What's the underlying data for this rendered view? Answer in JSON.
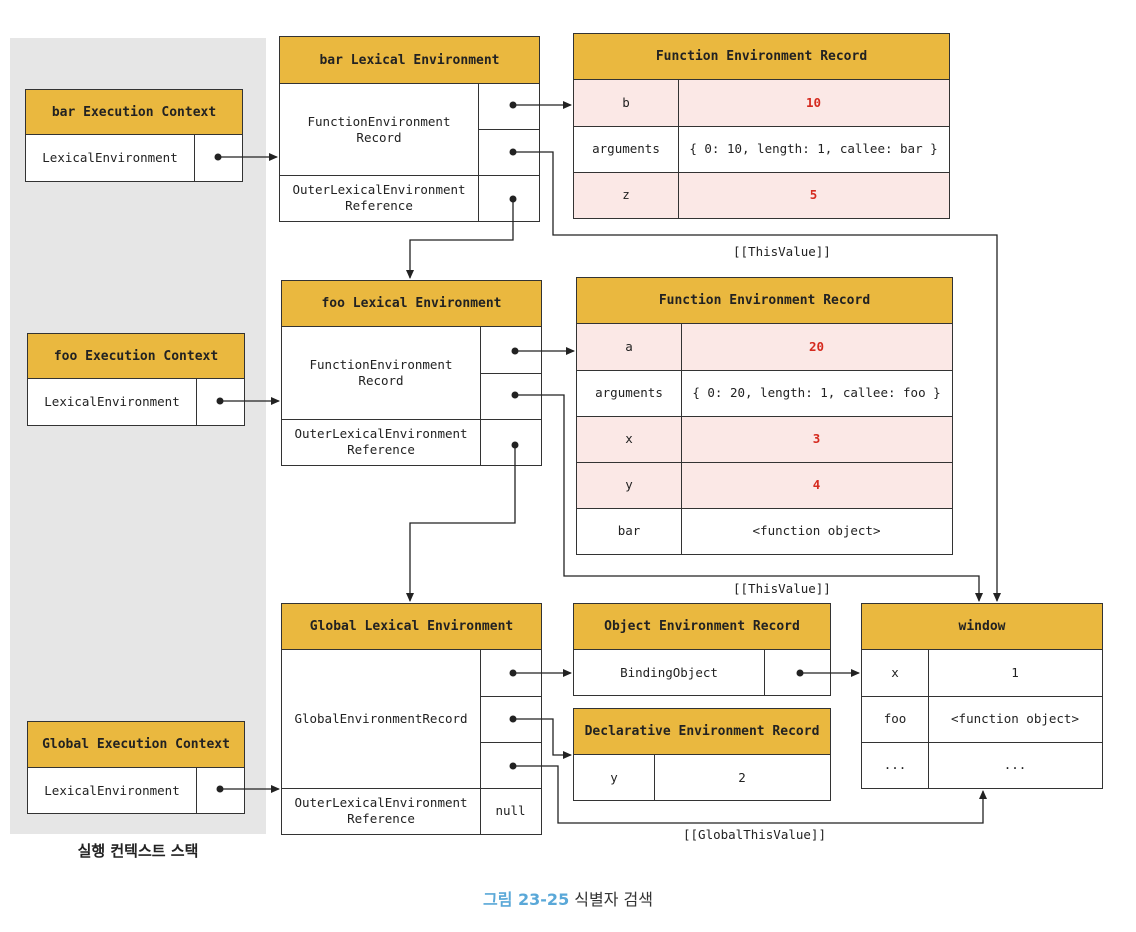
{
  "execution_contexts": [
    {
      "title": "bar Execution Context",
      "field": "LexicalEnvironment"
    },
    {
      "title": "foo Execution Context",
      "field": "LexicalEnvironment"
    },
    {
      "title": "Global Execution Context",
      "field": "LexicalEnvironment"
    }
  ],
  "stack_label": "실행 컨텍스트 스택",
  "bar_env": {
    "title": "bar Lexical Environment",
    "record_label": "FunctionEnvironment\nRecord",
    "outer_label": "OuterLexicalEnvironment\nReference"
  },
  "bar_record": {
    "title": "Function Environment Record",
    "rows": [
      {
        "key": "b",
        "value": "10"
      },
      {
        "key": "arguments",
        "value": "{ 0: 10, length: 1, callee: bar }"
      },
      {
        "key": "z",
        "value": "5"
      }
    ]
  },
  "foo_env": {
    "title": "foo Lexical Environment",
    "record_label": "FunctionEnvironment\nRecord",
    "outer_label": "OuterLexicalEnvironment\nReference"
  },
  "foo_record": {
    "title": "Function Environment Record",
    "rows": [
      {
        "key": "a",
        "value": "20"
      },
      {
        "key": "arguments",
        "value": "{ 0: 20, length: 1, callee: foo }"
      },
      {
        "key": "x",
        "value": "3"
      },
      {
        "key": "y",
        "value": "4"
      },
      {
        "key": "bar",
        "value": "<function object>"
      }
    ]
  },
  "global_env": {
    "title": "Global Lexical Environment",
    "record_label": "GlobalEnvironmentRecord",
    "outer_label": "OuterLexicalEnvironment\nReference",
    "outer_value": "null"
  },
  "object_record": {
    "title": "Object Environment Record",
    "field": "BindingObject"
  },
  "declarative_record": {
    "title": "Declarative Environment Record",
    "key": "y",
    "value": "2"
  },
  "window": {
    "title": "window",
    "rows": [
      {
        "key": "x",
        "value": "1"
      },
      {
        "key": "foo",
        "value": "<function object>"
      },
      {
        "key": "...",
        "value": "..."
      }
    ]
  },
  "edge_labels": {
    "this_bar": "[[ThisValue]]",
    "this_foo": "[[ThisValue]]",
    "global_this": "[[GlobalThisValue]]"
  },
  "caption": {
    "number": "그림 23-25",
    "text": "식별자 검색"
  }
}
